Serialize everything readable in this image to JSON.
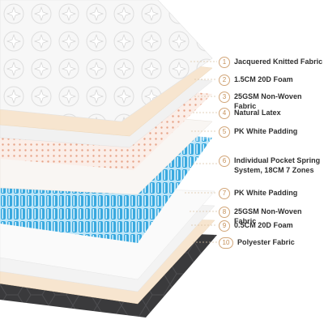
{
  "colors": {
    "accent": "#d2a679",
    "foam": "#f7e5cf",
    "spring": "#35a6dd",
    "polyester": "#3a3a3c"
  },
  "layers": [
    {
      "number": "1",
      "label": "Jacquered Knitted Fabric"
    },
    {
      "number": "2",
      "label": "1.5CM 20D Foam"
    },
    {
      "number": "3",
      "label": "25GSM Non-Woven Fabric"
    },
    {
      "number": "4",
      "label": "Natural Latex"
    },
    {
      "number": "5",
      "label": "PK White Padding"
    },
    {
      "number": "6",
      "label": "Individual Pocket Spring\nSystem, 18CM 7 Zones"
    },
    {
      "number": "7",
      "label": "PK White Padding"
    },
    {
      "number": "8",
      "label": "25GSM Non-Woven Fabric"
    },
    {
      "number": "9",
      "label": "0.5CM 20D Foam"
    },
    {
      "number": "10",
      "label": "Polyester Fabric"
    }
  ]
}
